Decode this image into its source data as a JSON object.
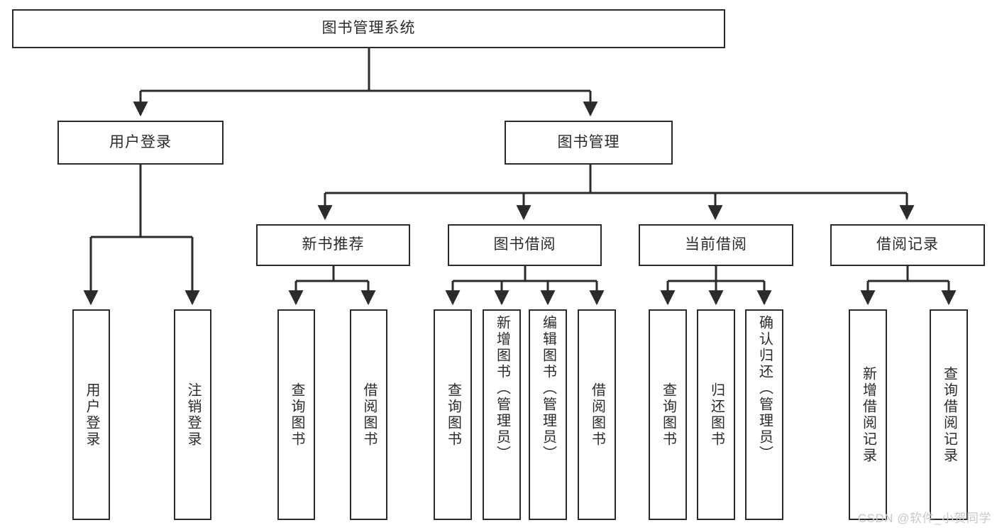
{
  "diagram": {
    "type": "tree",
    "title": "图书管理系统",
    "watermark": "CSDN @软件_小贺同学",
    "colors": {
      "stroke": "#2b2b2b",
      "fill": "#ffffff",
      "text": "#2b2b2b",
      "watermark": "#c8c8c8"
    },
    "nodes": {
      "root": {
        "label": "图书管理系统"
      },
      "user_login": {
        "label": "用户登录"
      },
      "book_manage": {
        "label": "图书管理"
      },
      "new_book_rec": {
        "label": "新书推荐"
      },
      "book_borrow": {
        "label": "图书借阅"
      },
      "current_borrow": {
        "label": "当前借阅"
      },
      "borrow_record": {
        "label": "借阅记录"
      },
      "leaf_user_login": {
        "label": "用户登录"
      },
      "leaf_logout": {
        "label": "注销登录"
      },
      "leaf_query_book_1": {
        "label": "查询图书"
      },
      "leaf_borrow_book_1": {
        "label": "借阅图书"
      },
      "leaf_query_book_2": {
        "label": "查询图书"
      },
      "leaf_add_book": {
        "label": "新增图书（管理员）"
      },
      "leaf_edit_book": {
        "label": "编辑图书（管理员）"
      },
      "leaf_borrow_book_2": {
        "label": "借阅图书"
      },
      "leaf_query_book_3": {
        "label": "查询图书"
      },
      "leaf_return_book": {
        "label": "归还图书"
      },
      "leaf_confirm_return": {
        "label": "确认归还（管理员）"
      },
      "leaf_add_record": {
        "label": "新增借阅记录"
      },
      "leaf_query_record": {
        "label": "查询借阅记录"
      }
    }
  }
}
